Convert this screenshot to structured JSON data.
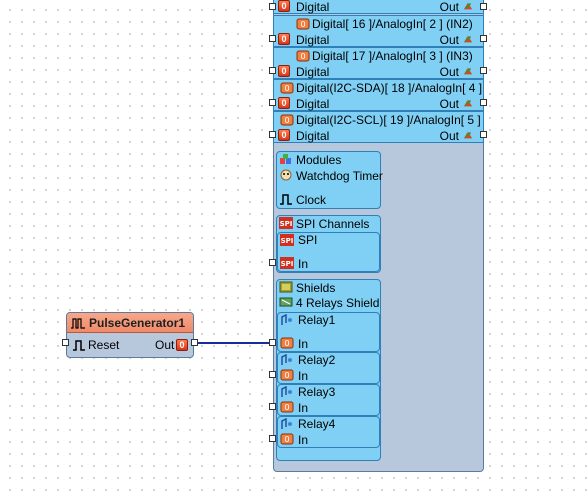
{
  "board": {
    "pins": [
      {
        "title": "",
        "label": "Digital",
        "out": "Out"
      },
      {
        "title": "Digital[ 16 ]/AnalogIn[ 2 ] (IN2)",
        "label": "Digital",
        "out": "Out"
      },
      {
        "title": "Digital[ 17 ]/AnalogIn[ 3 ] (IN3)",
        "label": "Digital",
        "out": "Out"
      },
      {
        "title": "Digital(I2C-SDA)[ 18 ]/AnalogIn[ 4 ]",
        "label": "Digital",
        "out": "Out"
      },
      {
        "title": "Digital(I2C-SCL)[ 19 ]/AnalogIn[ 5 ]",
        "label": "Digital",
        "out": "Out"
      }
    ],
    "modules": {
      "title": "Modules",
      "watchdog": "Watchdog Timer",
      "clock": "Clock"
    },
    "spi": {
      "title": "SPI Channels",
      "item": "SPI",
      "in": "In"
    },
    "shields": {
      "title": "Shields",
      "shield": "4 Relays Shield",
      "relays": [
        {
          "name": "Relay1",
          "in": "In"
        },
        {
          "name": "Relay2",
          "in": "In"
        },
        {
          "name": "Relay3",
          "in": "In"
        },
        {
          "name": "Relay4",
          "in": "In"
        }
      ]
    }
  },
  "pulse_generator": {
    "title": "PulseGenerator1",
    "reset": "Reset",
    "out": "Out"
  },
  "colors": {
    "pin_fill": "#7fd0f4",
    "board_fill": "#b8c8dc",
    "wire": "#1a2aa0",
    "pg_header": "#ef8a6a"
  }
}
